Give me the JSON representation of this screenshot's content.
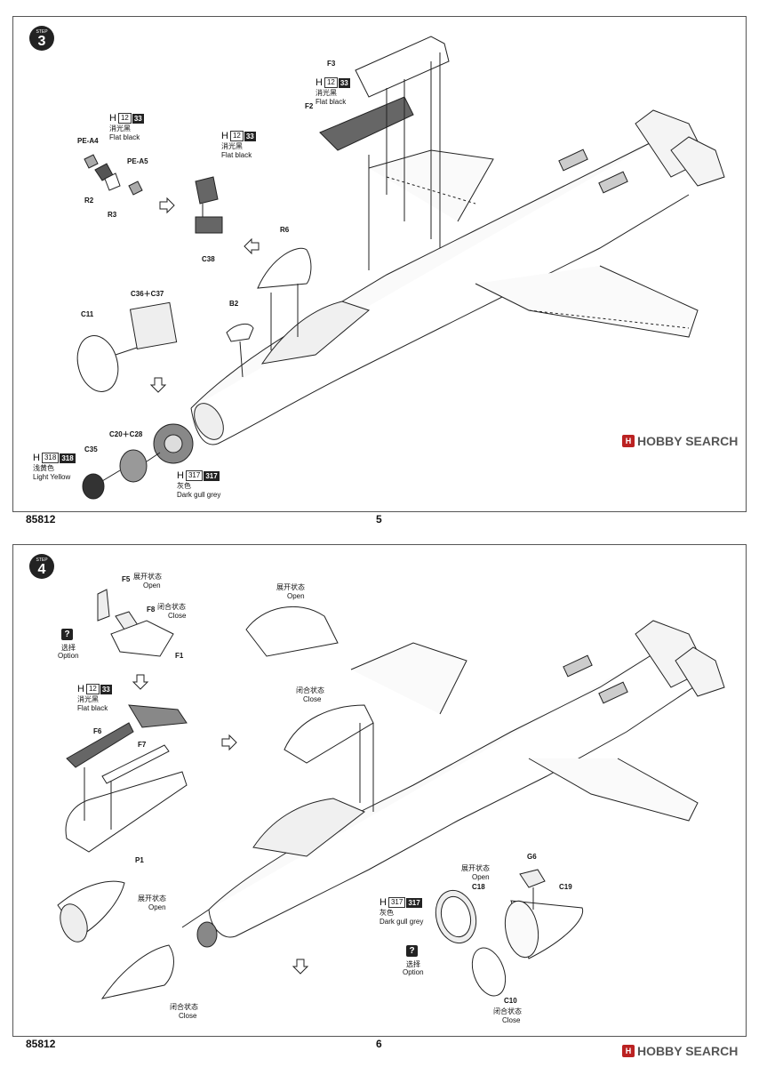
{
  "page5": {
    "step": "3",
    "step_word": "STEP",
    "footer_code": "85812",
    "page_number": "5",
    "paint_f2": {
      "h": "H",
      "n1": "12",
      "n2": "33",
      "cn": "消光黑",
      "en": "Flat black"
    },
    "paint_r": {
      "h": "H",
      "n1": "12",
      "n2": "33",
      "cn": "消光黑",
      "en": "Flat black"
    },
    "paint_c38": {
      "h": "H",
      "n1": "12",
      "n2": "33",
      "cn": "消光黑",
      "en": "Flat black"
    },
    "paint_c35": {
      "h": "H",
      "n1": "318",
      "n2": "318",
      "cn": "浅黄色",
      "en": "Light Yellow"
    },
    "paint_c20": {
      "h": "H",
      "n1": "317",
      "n2": "317",
      "cn": "灰色",
      "en": "Dark gull grey"
    },
    "parts": {
      "f3": "F3",
      "f2": "F2",
      "pe_a4": "PE-A4",
      "pe_a5": "PE-A5",
      "r2": "R2",
      "r3": "R3",
      "c38": "C38",
      "r6": "R6",
      "c36_c37": "C36＋C37",
      "c11": "C11",
      "b2": "B2",
      "c20_c28": "C20＋C28",
      "c35": "C35"
    }
  },
  "page6": {
    "step": "4",
    "step_word": "STEP",
    "footer_code": "85812",
    "page_number": "6",
    "option_q": "?",
    "option_cn": "选择",
    "option_en": "Option",
    "open_cn": "展开状态",
    "open_en": "Open",
    "close_cn": "闭合状态",
    "close_en": "Close",
    "paint_f": {
      "h": "H",
      "n1": "12",
      "n2": "33",
      "cn": "消光黑",
      "en": "Flat black"
    },
    "paint_c18": {
      "h": "H",
      "n1": "317",
      "n2": "317",
      "cn": "灰色",
      "en": "Dark gull grey"
    },
    "parts": {
      "f5": "F5",
      "f8": "F8",
      "f1": "F1",
      "f6": "F6",
      "f7": "F7",
      "p1": "P1",
      "c18": "C18",
      "g6": "G6",
      "c19": "C19",
      "c10": "C10"
    }
  },
  "watermark": {
    "logo": "H",
    "text": "HOBBY SEARCH"
  }
}
